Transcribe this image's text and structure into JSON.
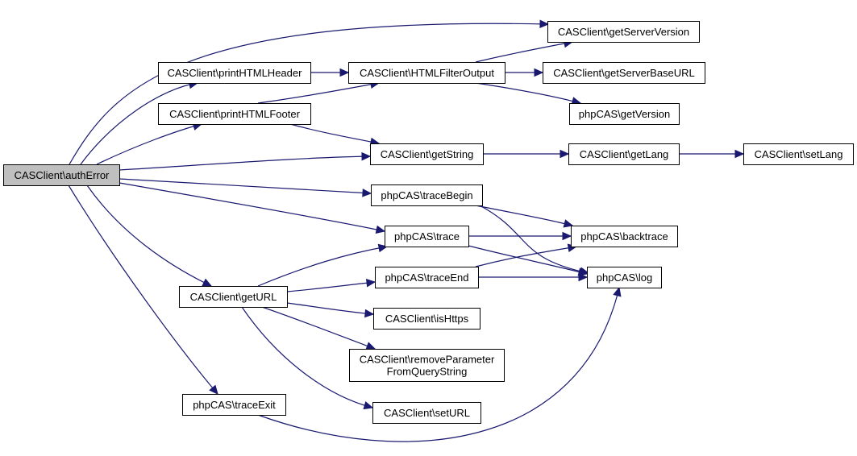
{
  "title": "CASClient\\authError call graph",
  "colors": {
    "edge": "#191970",
    "root_fill": "#bfbfbf",
    "node_fill": "#ffffff",
    "node_border": "#000000"
  },
  "nodes": [
    {
      "id": "authError",
      "label": [
        "CASClient\\authError"
      ],
      "root": true
    },
    {
      "id": "printHTMLHeader",
      "label": [
        "CASClient\\printHTMLHeader"
      ]
    },
    {
      "id": "printHTMLFooter",
      "label": [
        "CASClient\\printHTMLFooter"
      ]
    },
    {
      "id": "HTMLFilterOutput",
      "label": [
        "CASClient\\HTMLFilterOutput"
      ]
    },
    {
      "id": "getServerVersion",
      "label": [
        "CASClient\\getServerVersion"
      ]
    },
    {
      "id": "getServerBaseURL",
      "label": [
        "CASClient\\getServerBaseURL"
      ]
    },
    {
      "id": "getVersion",
      "label": [
        "phpCAS\\getVersion"
      ]
    },
    {
      "id": "getString",
      "label": [
        "CASClient\\getString"
      ]
    },
    {
      "id": "getLang",
      "label": [
        "CASClient\\getLang"
      ]
    },
    {
      "id": "setLang",
      "label": [
        "CASClient\\setLang"
      ]
    },
    {
      "id": "traceBegin",
      "label": [
        "phpCAS\\traceBegin"
      ]
    },
    {
      "id": "trace",
      "label": [
        "phpCAS\\trace"
      ]
    },
    {
      "id": "backtrace",
      "label": [
        "phpCAS\\backtrace"
      ]
    },
    {
      "id": "traceEnd",
      "label": [
        "phpCAS\\traceEnd"
      ]
    },
    {
      "id": "log",
      "label": [
        "phpCAS\\log"
      ]
    },
    {
      "id": "getURL",
      "label": [
        "CASClient\\getURL"
      ]
    },
    {
      "id": "isHttps",
      "label": [
        "CASClient\\isHttps"
      ]
    },
    {
      "id": "removeParameterFromQueryString",
      "label": [
        "CASClient\\removeParameter",
        "FromQueryString"
      ]
    },
    {
      "id": "setURL",
      "label": [
        "CASClient\\setURL"
      ]
    },
    {
      "id": "traceExit",
      "label": [
        "phpCAS\\traceExit"
      ]
    }
  ],
  "edges": [
    {
      "from": "authError",
      "to": "getServerVersion"
    },
    {
      "from": "authError",
      "to": "printHTMLHeader"
    },
    {
      "from": "authError",
      "to": "printHTMLFooter"
    },
    {
      "from": "authError",
      "to": "getString"
    },
    {
      "from": "authError",
      "to": "traceBegin"
    },
    {
      "from": "authError",
      "to": "trace"
    },
    {
      "from": "authError",
      "to": "getURL"
    },
    {
      "from": "authError",
      "to": "traceExit"
    },
    {
      "from": "printHTMLHeader",
      "to": "HTMLFilterOutput"
    },
    {
      "from": "printHTMLFooter",
      "to": "HTMLFilterOutput"
    },
    {
      "from": "printHTMLFooter",
      "to": "getString"
    },
    {
      "from": "HTMLFilterOutput",
      "to": "getServerVersion"
    },
    {
      "from": "HTMLFilterOutput",
      "to": "getServerBaseURL"
    },
    {
      "from": "HTMLFilterOutput",
      "to": "getVersion"
    },
    {
      "from": "getString",
      "to": "getLang"
    },
    {
      "from": "getLang",
      "to": "setLang"
    },
    {
      "from": "traceBegin",
      "to": "backtrace"
    },
    {
      "from": "traceBegin",
      "to": "log"
    },
    {
      "from": "trace",
      "to": "backtrace"
    },
    {
      "from": "trace",
      "to": "log"
    },
    {
      "from": "traceEnd",
      "to": "backtrace"
    },
    {
      "from": "traceEnd",
      "to": "log"
    },
    {
      "from": "getURL",
      "to": "trace"
    },
    {
      "from": "getURL",
      "to": "traceEnd"
    },
    {
      "from": "getURL",
      "to": "isHttps"
    },
    {
      "from": "getURL",
      "to": "removeParameterFromQueryString"
    },
    {
      "from": "getURL",
      "to": "setURL"
    },
    {
      "from": "traceExit",
      "to": "log"
    }
  ]
}
